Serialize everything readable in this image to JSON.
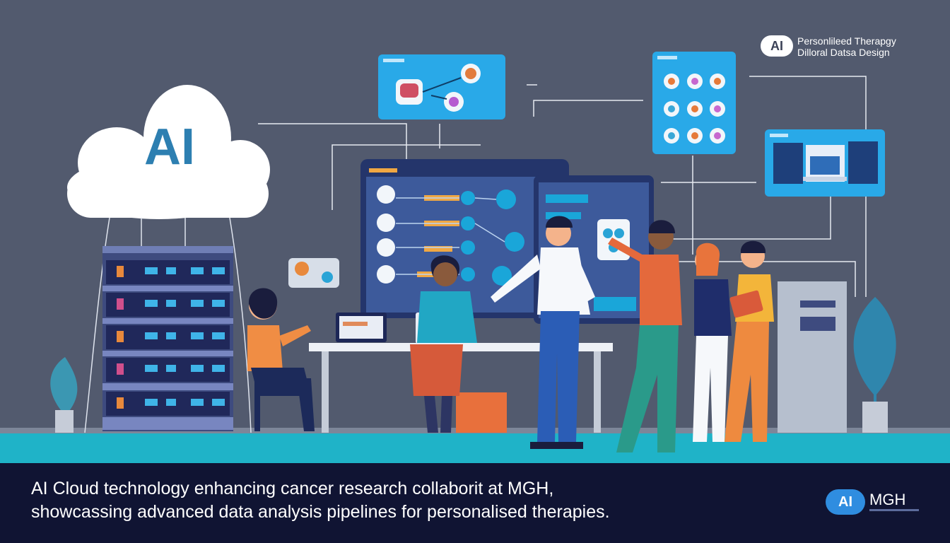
{
  "scene": {
    "cloud_label": "AI",
    "top_right_brand": {
      "badge": "AI",
      "line1": "Personlileed Therapgy",
      "line2": "Dilloral Datsa Design"
    }
  },
  "caption": {
    "line1": "AI Cloud technology enhancing cancer research collaborit at MGH,",
    "line2": "showcassing advanced data analysis pipelines for personalised therapies."
  },
  "bottom_right_brand": {
    "badge": "AI",
    "name": "MGH"
  },
  "colors": {
    "background": "#525a6e",
    "caption_bar": "#101433",
    "floor": "#1fb3c8",
    "panel": "#29a9e8",
    "cloud": "#ffffff"
  }
}
